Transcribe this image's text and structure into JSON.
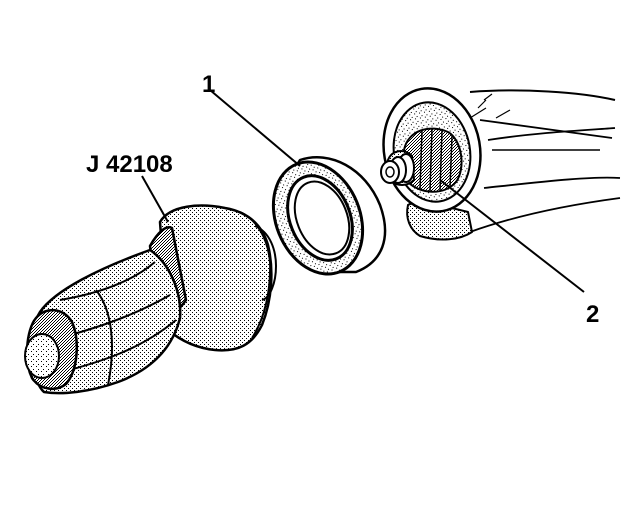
{
  "labels": {
    "tool": "J 42108",
    "callout_1": "1",
    "callout_2": "2"
  },
  "colors": {
    "ink": "#000000",
    "background": "#ffffff",
    "shade": "#9a9a9a"
  }
}
